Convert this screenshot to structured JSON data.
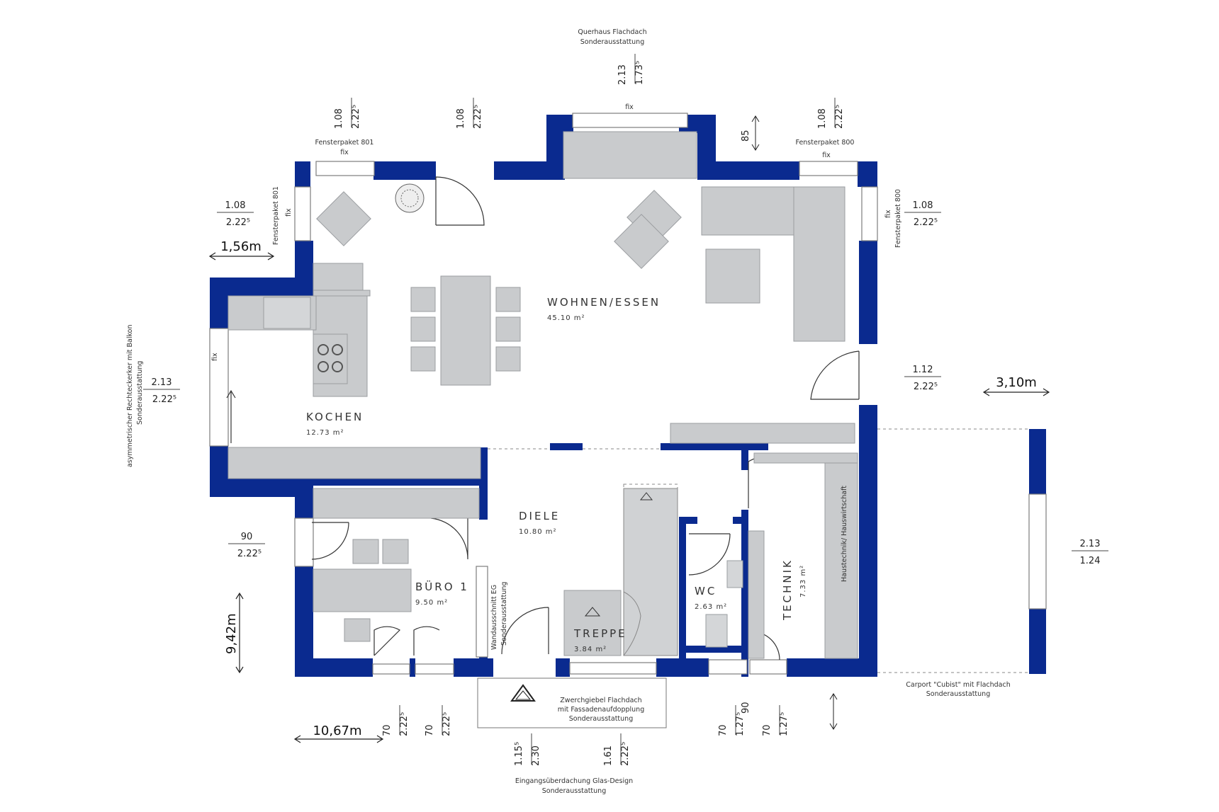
{
  "rooms": {
    "wohnen": {
      "name": "WOHNEN/ESSEN",
      "area": "45.10 m²"
    },
    "kochen": {
      "name": "KOCHEN",
      "area": "12.73 m²"
    },
    "diele": {
      "name": "DIELE",
      "area": "10.80 m²"
    },
    "buero": {
      "name": "BÜRO 1",
      "area": "9.50 m²"
    },
    "treppe": {
      "name": "TREPPE",
      "area": "3.84 m²"
    },
    "wc": {
      "name": "WC",
      "area": "2.63 m²"
    },
    "technik": {
      "name": "TECHNIK",
      "area": "7.33 m²"
    }
  },
  "notes": {
    "querhaus_1": "Querhaus Flachdach",
    "querhaus_2": "Sonderausstattung",
    "fp801": "Fensterpaket 801",
    "fp800": "Fensterpaket 800",
    "fp801_side": "Fensterpaket 801",
    "fp800_side": "Fensterpaket 800",
    "fix": "fix",
    "erker_1": "asymmetrischer Rechteckerker mit Balkon",
    "erker_2": "Sonderausstattung",
    "hauswirtschaft": "Haustechnik/ Hauswirtschaft",
    "wandausschnitt_1": "Wandausschnitt EG",
    "wandausschnitt_2": "Sonderausstattung",
    "zwerchgiebel_1": "Zwerchgiebel Flachdach",
    "zwerchgiebel_2": "mit Fassadenaufdopplung",
    "zwerchgiebel_3": "Sonderausstattung",
    "carport_1": "Carport \"Cubist\" mit Flachdach",
    "carport_2": "Sonderausstattung",
    "eingang_1": "Eingangsüberdachung Glas-Design",
    "eingang_2": "Sonderausstattung"
  },
  "dims": {
    "d_querhaus_a": "2.13",
    "d_querhaus_b": "1.73⁵",
    "d_top_l1_a": "1.08",
    "d_top_l1_b": "2.22⁵",
    "d_top_l2_a": "1.08",
    "d_top_l2_b": "2.22⁵",
    "d_top_r_a": "1.08",
    "d_top_r_b": "2.22⁵",
    "d_85": "85",
    "d_left_win_a": "1.08",
    "d_left_win_b": "2.22⁵",
    "d_right_win_a": "1.08",
    "d_right_win_b": "2.22⁵",
    "d_right_door_a": "1.12",
    "d_right_door_b": "2.22⁵",
    "d_erker_a": "2.13",
    "d_erker_b": "2.22⁵",
    "d_buero_win_a": "90",
    "d_buero_win_b": "2.22⁵",
    "d_carport_a": "2.13",
    "d_carport_b": "1.24",
    "d_b1_a": "70",
    "d_b1_b": "2.22⁵",
    "d_b2_a": "70",
    "d_b2_b": "2.22⁵",
    "d_e1_a": "1.15⁵",
    "d_e1_b": "2.30",
    "d_e2_a": "1.61",
    "d_e2_b": "2.22⁵",
    "d_wc_a": "70",
    "d_wc_b": "1.27⁵",
    "d_tech_a": "70",
    "d_tech_b": "1.27⁵",
    "d_90": "90",
    "m_156": "1,56m",
    "m_310": "3,10m",
    "m_942": "9,42m",
    "m_1067": "10,67m"
  },
  "colors": {
    "wall": "#0a2a8f",
    "furniture": "#c9cbcd"
  },
  "icons": [
    "arrow-icon",
    "plant-icon",
    "stove-icon",
    "sink-icon"
  ]
}
